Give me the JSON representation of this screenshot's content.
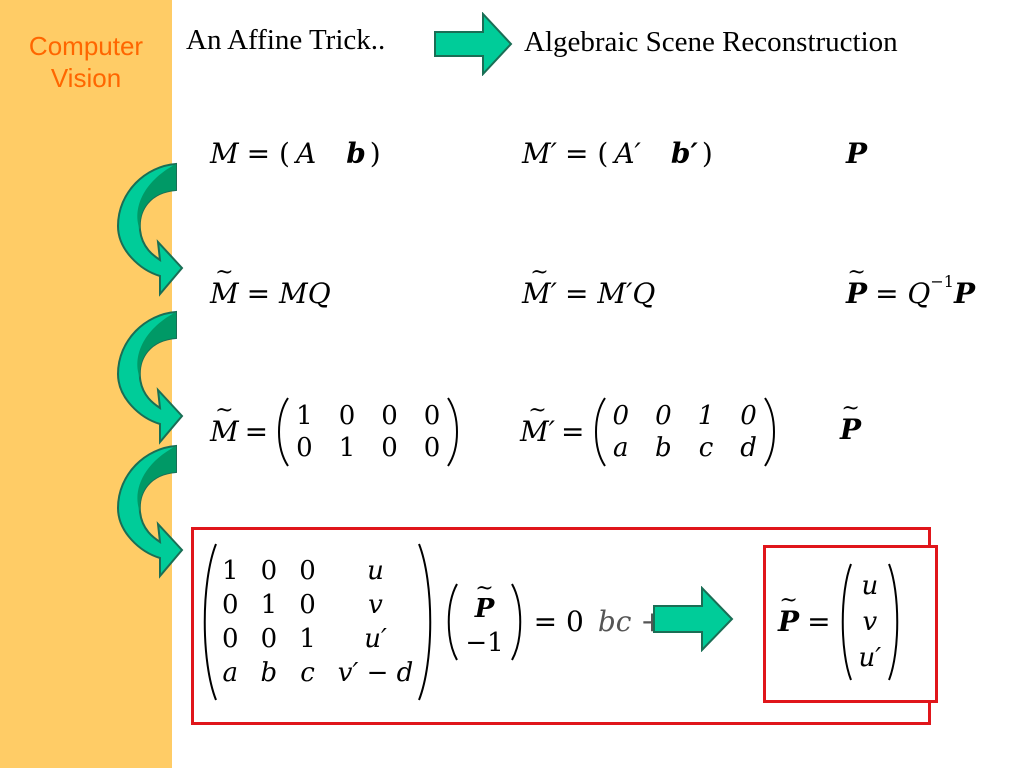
{
  "sidebar": {
    "title_line1": "Computer",
    "title_line2": "Vision"
  },
  "header": {
    "left": "An Affine Trick..",
    "right": "Algebraic Scene Reconstruction"
  },
  "row1": {
    "eq1": {
      "lhs": "M",
      "eq": "= (",
      "a": "A",
      "b": "b",
      "close": ")"
    },
    "eq2": {
      "lhs": "M′",
      "eq": "= (",
      "a": "A′",
      "b": "b′",
      "close": ")"
    },
    "eq3": {
      "p": "P"
    }
  },
  "row2": {
    "eq1": {
      "lhs": "M",
      "rhs": "= MQ"
    },
    "eq2": {
      "lhs": "M′",
      "rhs": "= M′Q"
    },
    "eq3": {
      "lhs": "P",
      "rhs": "= Q",
      "sup": "−1",
      "p": "P"
    }
  },
  "row3": {
    "m1": [
      [
        "1",
        "0",
        "0",
        "0"
      ],
      [
        "0",
        "1",
        "0",
        "0"
      ]
    ],
    "m2": [
      [
        "0",
        "0",
        "1",
        "0"
      ],
      [
        "a",
        "b",
        "c",
        "d"
      ]
    ],
    "lhs1": "M",
    "lhs2": "M′",
    "eq": "=",
    "p": "P"
  },
  "row4": {
    "matrix": [
      [
        "1",
        "0",
        "0",
        "u"
      ],
      [
        "0",
        "1",
        "0",
        "v"
      ],
      [
        "0",
        "0",
        "1",
        "u′"
      ],
      [
        "a",
        "b",
        "c",
        "v′ − d"
      ]
    ],
    "vec_top": "P",
    "vec_bottom": "−1",
    "eq_zero": "= 0",
    "hidden_text": "bc + u′",
    "result_lhs": "P",
    "result_eq": "=",
    "result_vec": [
      "u",
      "v",
      "u′"
    ]
  },
  "colors": {
    "sidebar": "#ffcc66",
    "sidebar_text": "#ff6600",
    "arrow_light": "#00cc99",
    "arrow_dark": "#009966",
    "box_red": "#e0161b"
  }
}
